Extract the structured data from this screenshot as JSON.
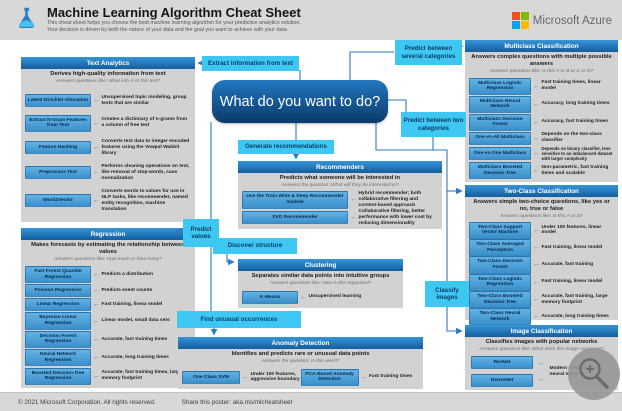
{
  "header": {
    "title": "Machine Learning Algorithm Cheat Sheet",
    "subtitle1": "This cheat sheet helps you choose the best machine learning algorithm for your predictive analytics solution.",
    "subtitle2": "Your decision is driven by both the nature of your data and the goal you want to achieve with your data",
    "brand": "Microsoft Azure"
  },
  "footer": {
    "copyright": "© 2021 Microsoft Corporation. All rights reserved.",
    "share": "Share this poster: aka.ms/mlcheatsheet"
  },
  "center": {
    "question": "What do you want to do?"
  },
  "labels": {
    "extract_text": "Extract information from text",
    "predict_several": "Predict between several categories",
    "predict_two": "Predict between two categories",
    "generate_recommendations": "Generate recommendations",
    "predict_values": "Predict values",
    "discover_structure": "Discover structure",
    "find_unusual": "Find unusual occurrences",
    "classify_images": "Classify images"
  },
  "sections": {
    "text_analytics": {
      "title": "Text Analytics",
      "subtitle": "Derives high-quality information from text",
      "question": "Answers questions like: What info is in this text?",
      "items": [
        {
          "name": "Latent Dirichlet Allocation",
          "desc": "Unsupervised topic modeling, group texts that are similar"
        },
        {
          "name": "Extract N-Gram Features from Text",
          "desc": "Creates a dictionary of n-grams from a column of free text"
        },
        {
          "name": "Feature Hashing",
          "desc": "Converts text data to integer encoded features using the Vowpal Wabbit library"
        },
        {
          "name": "Preprocess Text",
          "desc": "Performs cleaning operations on text, like removal of stop-words, case normalization"
        },
        {
          "name": "Word2Vector",
          "desc": "Converts words to values for use in NLP tasks, like recommender, named entity recognition, machine translation"
        }
      ]
    },
    "regression": {
      "title": "Regression",
      "subtitle": "Makes forecasts by estimating the relationship between values",
      "question": "Answers questions like: How much or how many?",
      "items": [
        {
          "name": "Fast Forest Quantile Regression",
          "desc": "Predicts a distribution"
        },
        {
          "name": "Poisson Regression",
          "desc": "Predicts event counts"
        },
        {
          "name": "Linear Regression",
          "desc": "Fast training, linear model"
        },
        {
          "name": "Bayesian Linear Regression",
          "desc": "Linear model, small data sets"
        },
        {
          "name": "Decision Forest Regression",
          "desc": "Accurate, fast training times"
        },
        {
          "name": "Neural Network Regression",
          "desc": "Accurate, long training times"
        },
        {
          "name": "Boosted Decision Tree Regression",
          "desc": "Accurate, fast training times, large memory footprint"
        }
      ]
    },
    "recommenders": {
      "title": "Recommenders",
      "subtitle": "Predicts what someone will be interested in",
      "question": "Answers the question: What will they be interested in?",
      "items": [
        {
          "name": "Use the Train Wide & Deep Recommender module",
          "desc": "Hybrid recommender; both collaborative filtering and content-based approach"
        },
        {
          "name": "SVD Recommender",
          "desc": "Collaborative filtering, better performance with lower cost by reducing dimensionality"
        }
      ]
    },
    "clustering": {
      "title": "Clustering",
      "subtitle": "Separates similar data points into intuitive groups",
      "question": "Answers questions like: How is this organized?",
      "items": [
        {
          "name": "K-Means",
          "desc": "Unsupervised learning"
        }
      ]
    },
    "anomaly_detection": {
      "title": "Anomaly Detection",
      "subtitle": "Identifies and predicts rare or unusual data points",
      "question": "Answers the question: Is this weird?",
      "items": [
        {
          "name": "One Class SVM",
          "desc": "Under 100 features, aggressive boundary"
        },
        {
          "name": "PCA-Based Anomaly Detection",
          "desc": "Fast training times"
        }
      ]
    },
    "multiclass": {
      "title": "Multiclass Classification",
      "subtitle": "Answers complex questions with multiple possible answers",
      "question": "Answers questions like: Is this A or B or C or D?",
      "items": [
        {
          "name": "Multiclass Logistic Regression",
          "desc": "Fast training times, linear model"
        },
        {
          "name": "Multiclass Neural Network",
          "desc": "Accuracy, long training times"
        },
        {
          "name": "Multiclass Decision Forest",
          "desc": "Accuracy, fast training times"
        },
        {
          "name": "One-vs-All Multiclass",
          "desc": "Depends on the two-class classifier"
        },
        {
          "name": "One-vs-One Multiclass",
          "desc": "Depends on binary classifier, less sensitive to an imbalanced dataset with larger complexity"
        },
        {
          "name": "Multiclass Boosted Decision Tree",
          "desc": "Non-parametric, fast training times and scalable"
        }
      ]
    },
    "two_class": {
      "title": "Two-Class Classification",
      "subtitle": "Answers simple two-choice questions, like yes or no, true or false",
      "question": "Answers questions like: Is this A or B?",
      "items": [
        {
          "name": "Two-Class Support Vector Machine",
          "desc": "Under 100 features, linear model"
        },
        {
          "name": "Two-Class Averaged Perceptron",
          "desc": "Fast training, linear model"
        },
        {
          "name": "Two-Class Decision Forest",
          "desc": "Accurate, fast training"
        },
        {
          "name": "Two-Class Logistic Regression",
          "desc": "Fast training, linear model"
        },
        {
          "name": "Two-Class Boosted Decision Tree",
          "desc": "Accurate, fast training, large memory footprint"
        },
        {
          "name": "Two-Class Neural Network",
          "desc": "Accurate, long training times"
        }
      ]
    },
    "image_classification": {
      "title": "Image Classification",
      "subtitle": "Classifies images with popular networks",
      "question": "Answers questions like: What does this image represent?",
      "items": [
        {
          "name": "ResNet"
        },
        {
          "name": "DenseNet"
        }
      ],
      "shared_desc": "Modern deep learning neural network"
    }
  },
  "colors": {
    "accent_cyan": "#3dc7f2",
    "header_blue": "#1d71b8",
    "section_gray": "#d2d2d2",
    "line_blue": "#2e7bbf",
    "bar_gray": "#d8d8d8"
  }
}
